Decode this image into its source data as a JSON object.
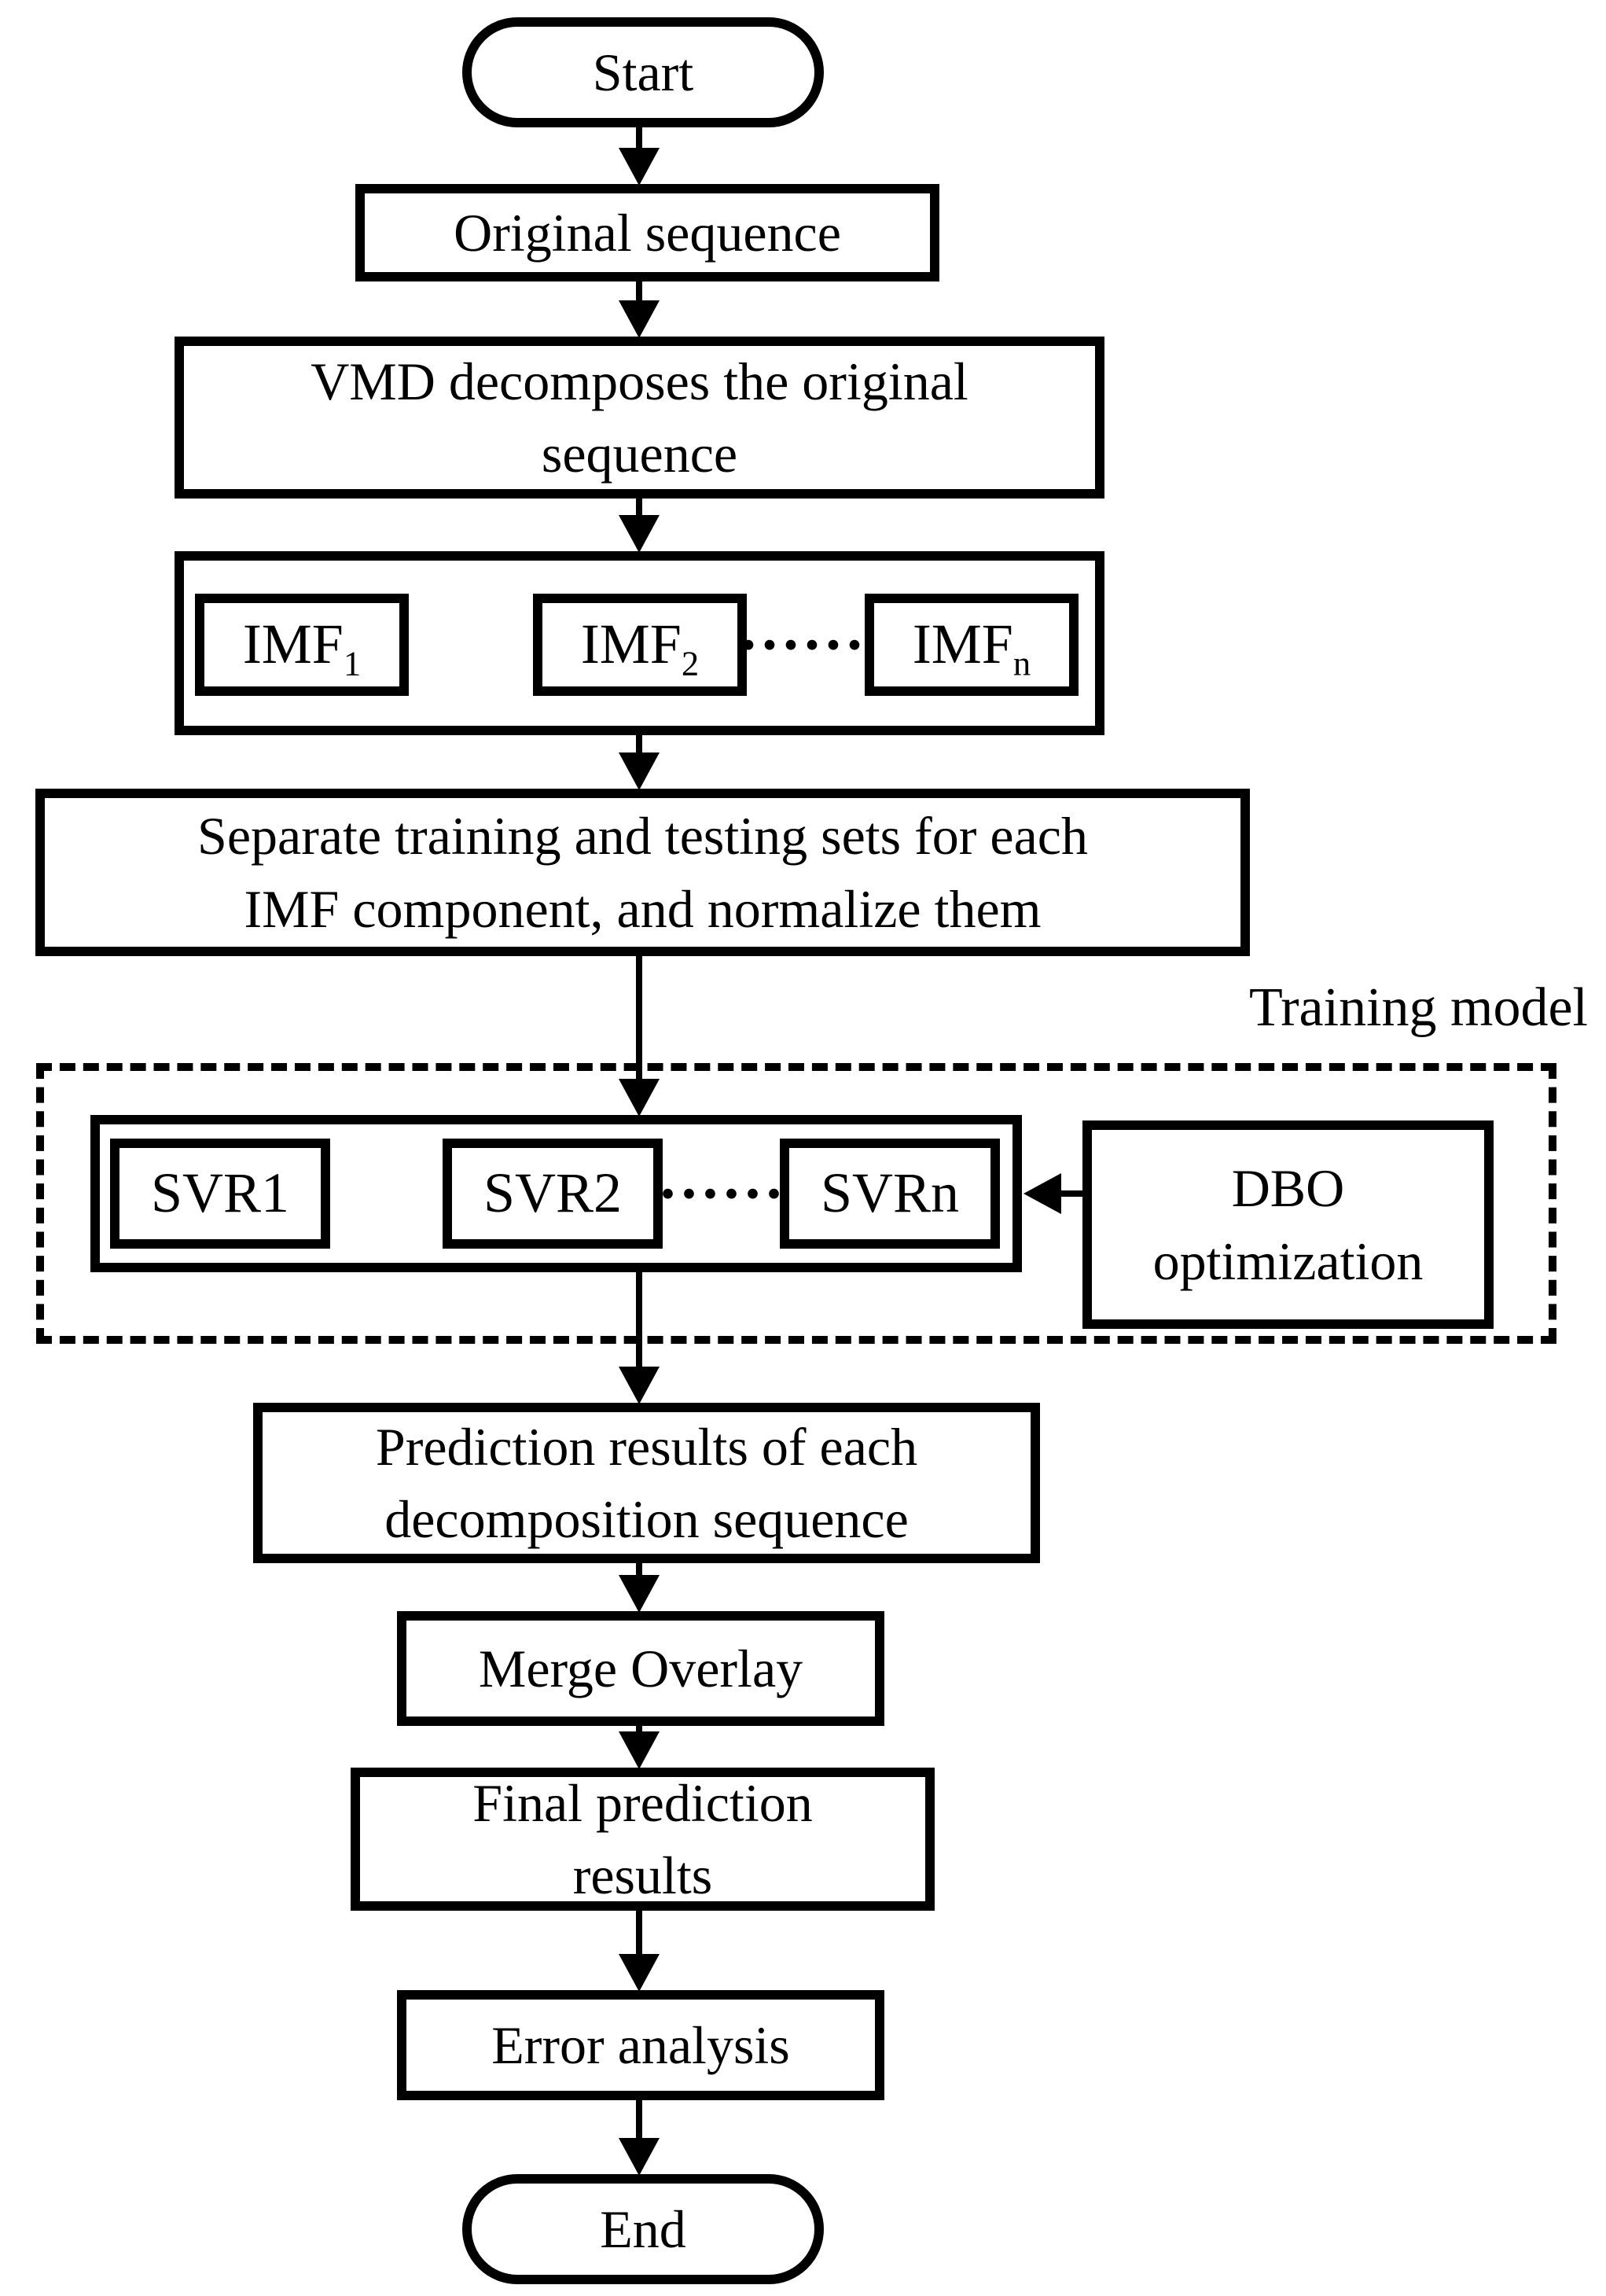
{
  "colors": {
    "ink": "#000000",
    "background": "#ffffff"
  },
  "nodes": {
    "start": {
      "label": "Start"
    },
    "original": {
      "label": "Original sequence"
    },
    "vmd": {
      "line1": "VMD decomposes the original",
      "line2": "sequence"
    },
    "imf": {
      "item1": {
        "base": "IMF",
        "sub": "1"
      },
      "item2": {
        "base": "IMF",
        "sub": "2"
      },
      "dots": "······",
      "itemN": {
        "base": "IMF",
        "sub": "n"
      }
    },
    "separate": {
      "line1": "Separate training and testing sets for each",
      "line2": "IMF component, and normalize them"
    },
    "training_model": {
      "label": "Training model"
    },
    "svr": {
      "item1": "SVR1",
      "item2": "SVR2",
      "dots": "······",
      "itemN": "SVRn"
    },
    "dbo": {
      "line1": "DBO",
      "line2": "optimization"
    },
    "prediction": {
      "line1": "Prediction results of each",
      "line2": "decomposition sequence"
    },
    "merge": {
      "label": "Merge Overlay"
    },
    "final": {
      "line1": "Final prediction",
      "line2": "results"
    },
    "error": {
      "label": "Error analysis"
    },
    "end": {
      "label": "End"
    }
  }
}
